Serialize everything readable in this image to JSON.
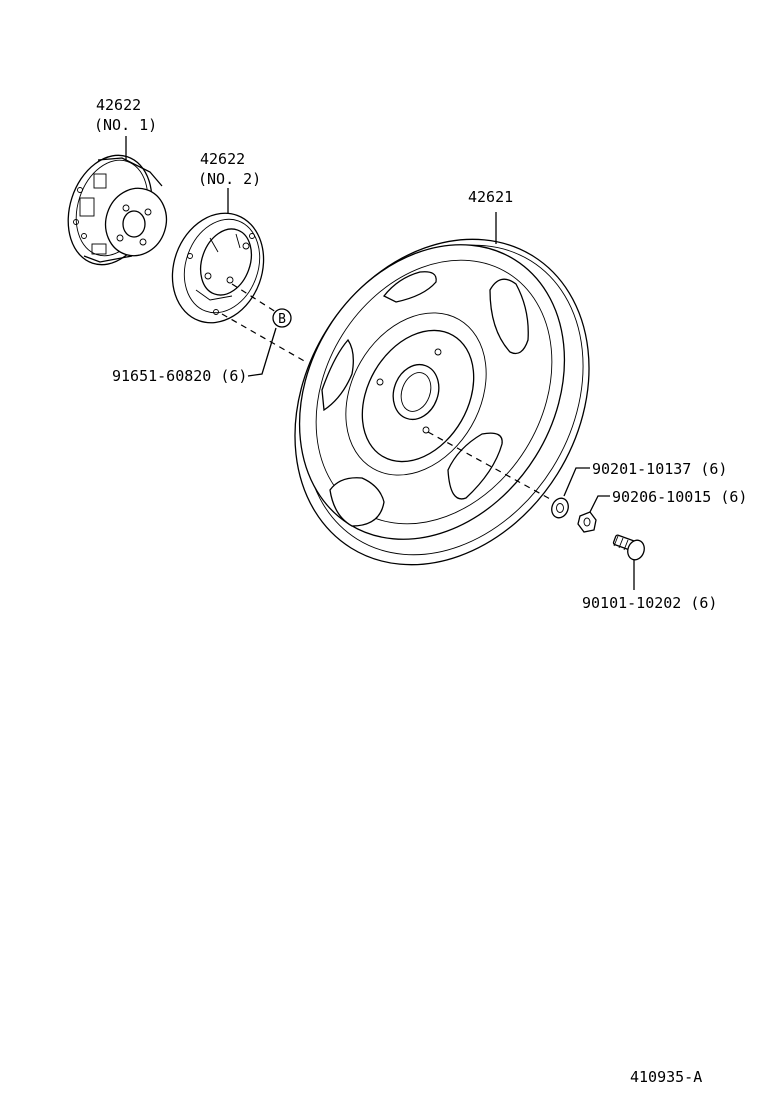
{
  "parts": {
    "hub_cap_no1": {
      "number": "42622",
      "qualifier": "(NO. 1)"
    },
    "hub_cap_no2": {
      "number": "42622",
      "qualifier": "(NO. 2)"
    },
    "wheel_cover": {
      "number": "42621"
    },
    "clip": {
      "label": "91651-60820 (6)"
    },
    "washer": {
      "label": "90201-10137 (6)"
    },
    "nut": {
      "label": "90206-10015 (6)"
    },
    "bolt": {
      "label": "90101-10202 (6)"
    }
  },
  "callout_marker": "B",
  "drawing_id": "410935-A"
}
